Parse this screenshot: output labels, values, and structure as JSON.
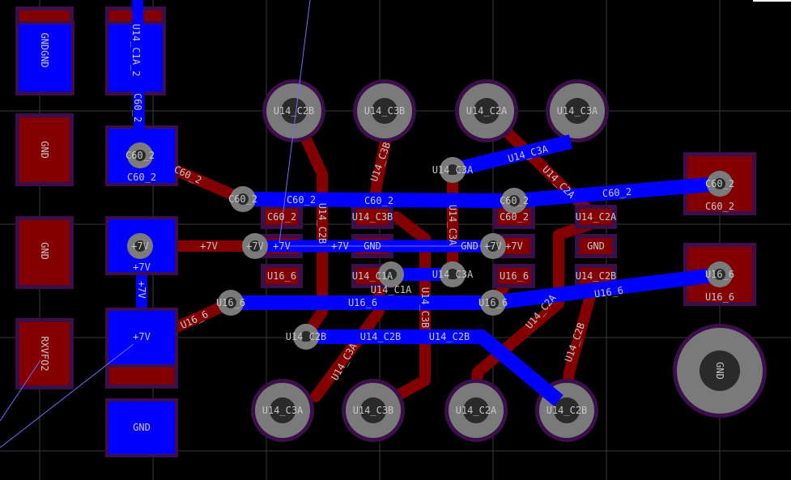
{
  "canvas": {
    "title": "PCB layout canvas"
  },
  "colors": {
    "background": "#000000",
    "grid": "#3a3a3a",
    "front_copper": "#840000",
    "back_copper": "#0000ff",
    "pad_outline": "#3c0f4b",
    "via": "#7a7a7a",
    "ratsnest": "#6e6eff"
  },
  "smd_pads": [
    {
      "label": "GNDGND"
    },
    {
      "label": "GND"
    },
    {
      "label": "GND"
    },
    {
      "label": "RXVFO2"
    },
    {
      "label": "U14_C1A_2"
    },
    {
      "label": "C60_2"
    },
    {
      "label": "+7V"
    },
    {
      "label": "+7V"
    },
    {
      "label": "GND"
    },
    {
      "label": "C60_2"
    },
    {
      "label": "U16_6"
    }
  ],
  "small_pads": [
    {
      "label": "C60_2"
    },
    {
      "label": "+7V"
    },
    {
      "label": "U16_6"
    },
    {
      "label": "U14_C3B"
    },
    {
      "label": "GND"
    },
    {
      "label": "U14_C1A"
    },
    {
      "label": "C60_2"
    },
    {
      "label": "+7V"
    },
    {
      "label": "U16_6"
    },
    {
      "label": "U14_C2A"
    },
    {
      "label": "GND"
    },
    {
      "label": "U14_C2B"
    }
  ],
  "th_pads": [
    {
      "label": "U14_C2B"
    },
    {
      "label": "U14_C3B"
    },
    {
      "label": "U14_C2A"
    },
    {
      "label": "U14_C3A"
    },
    {
      "label": "U14_C3A"
    },
    {
      "label": "U14_C3B"
    },
    {
      "label": "U14_C2A"
    },
    {
      "label": "U14_C2B"
    },
    {
      "label": "GND"
    }
  ],
  "vias": [
    {
      "label": "C60_2"
    },
    {
      "label": "+7V"
    },
    {
      "label": "C60_2"
    },
    {
      "label": "+7V"
    },
    {
      "label": "U16_6"
    },
    {
      "label": "U14_C2B"
    },
    {
      "label": "U14_C3A"
    },
    {
      "label": "C60_2"
    },
    {
      "label": "+7V"
    },
    {
      "label": "U16_6"
    },
    {
      "label": "U14_C1A"
    },
    {
      "label": "U14_C3A"
    },
    {
      "label": "C60_2"
    },
    {
      "label": "U16_6"
    }
  ],
  "trace_labels": [
    {
      "label": "C60_2"
    },
    {
      "label": "C60_2"
    },
    {
      "label": "U14_C2B"
    },
    {
      "label": "U14_C3B"
    },
    {
      "label": "U14_C3B"
    },
    {
      "label": "U14_C3A"
    },
    {
      "label": "U14_C3A"
    },
    {
      "label": "U14_C2A"
    },
    {
      "label": "U14_C2A"
    },
    {
      "label": "U14_C2B"
    },
    {
      "label": "+7V"
    },
    {
      "label": "U16_6"
    },
    {
      "label": "C60_2"
    },
    {
      "label": "C60_2"
    },
    {
      "label": "U14_C3A"
    },
    {
      "label": "+7V"
    },
    {
      "label": "U16_6"
    },
    {
      "label": "U16_6"
    },
    {
      "label": "U14_C2B"
    },
    {
      "label": "U14_C2B"
    },
    {
      "label": "C60_2"
    },
    {
      "label": "+7V"
    },
    {
      "label": "GND"
    }
  ]
}
